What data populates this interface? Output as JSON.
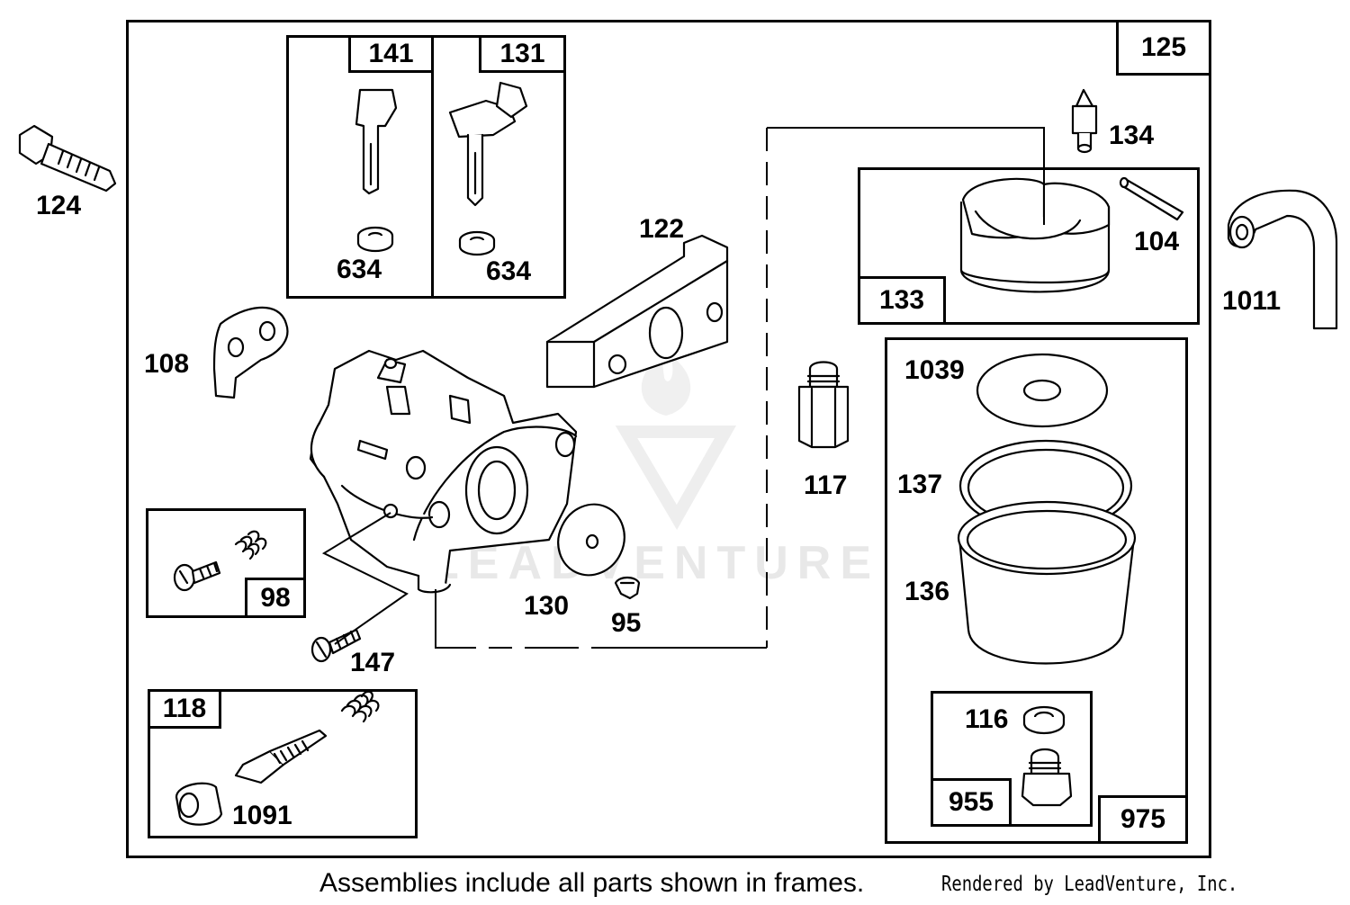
{
  "diagram": {
    "labels": {
      "p124": "124",
      "p634a": "634",
      "p634b": "634",
      "p122": "122",
      "p134": "134",
      "p104": "104",
      "p1011": "1011",
      "p108": "108",
      "p117": "117",
      "p1039": "1039",
      "p137": "137",
      "p136": "136",
      "p130": "130",
      "p95": "95",
      "p147": "147",
      "p1091": "1091",
      "p116": "116"
    },
    "frames": {
      "f125": "125",
      "f141": "141",
      "f131": "131",
      "f133": "133",
      "f98": "98",
      "f118": "118",
      "f955": "955",
      "f975": "975"
    }
  },
  "watermark": "LEADVENTURE",
  "footer": {
    "note": "Assemblies include all parts shown in frames.",
    "credit": "Rendered by LeadVenture, Inc."
  }
}
